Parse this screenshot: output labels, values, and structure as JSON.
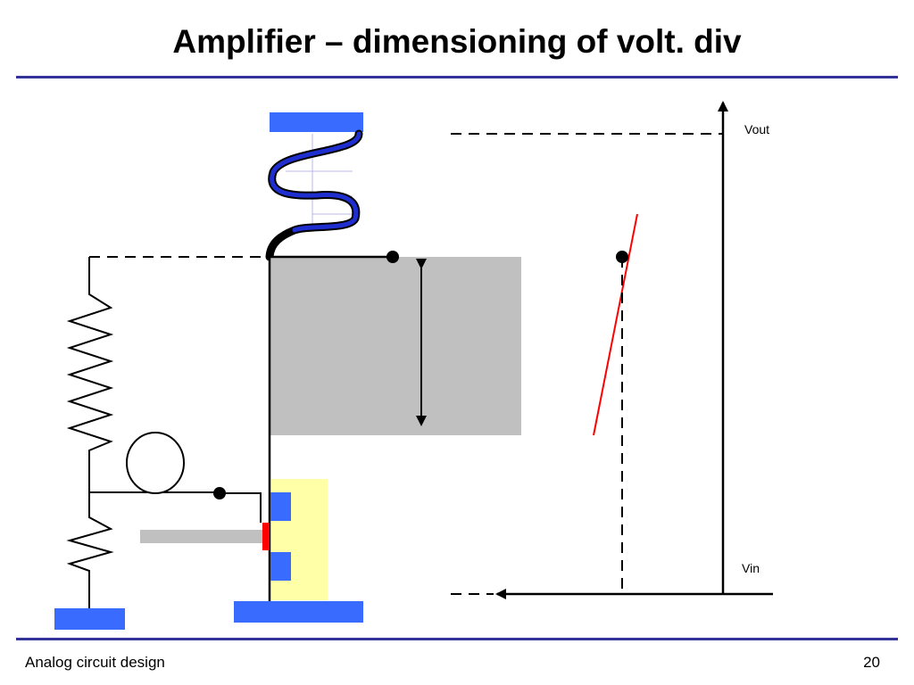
{
  "slide": {
    "title": "Amplifier – dimensioning of volt. div",
    "footer": "Analog circuit design",
    "page_number": "20"
  },
  "diagram": {
    "graph": {
      "y_axis_label": "Vout",
      "x_axis_label": "Vin"
    }
  },
  "colors": {
    "rule": "#33339a",
    "plate": "#3a6bff",
    "spring_fill": "#1f2fcf",
    "gray_region": "#c0c0c0",
    "gate_gray": "#c0c0c0",
    "yellow_region": "#ffffa8",
    "gate_red": "#ff0000",
    "curve_red": "#ff0000"
  }
}
